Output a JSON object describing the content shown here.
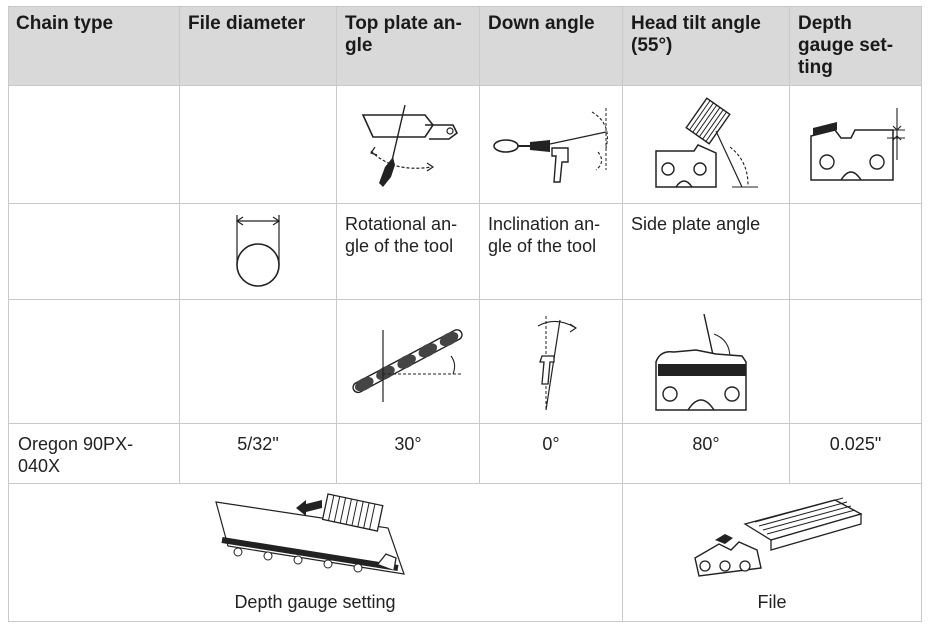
{
  "headers": {
    "chain_type": "Chain type",
    "file_diameter": "File diameter",
    "top_plate_angle": "Top plate an-\ngle",
    "down_angle": "Down angle",
    "head_tilt_angle": "Head tilt angle\n(55°)",
    "depth_gauge_setting": "Depth\ngauge set-\nting"
  },
  "row2": {
    "rotational_angle": "Rotational an-\ngle of the tool",
    "inclination_angle": "Inclination an-\ngle of the tool",
    "side_plate_angle": "Side plate angle"
  },
  "values": {
    "chain_type": "Oregon 90PX-\n040X",
    "file_diameter": "5/32\"",
    "top_plate_angle": "30°",
    "down_angle": "0°",
    "head_tilt_angle": "80°",
    "depth_gauge_setting": "0.025\""
  },
  "bottom": {
    "depth_gauge_caption": "Depth gauge setting",
    "file_caption": "File"
  }
}
